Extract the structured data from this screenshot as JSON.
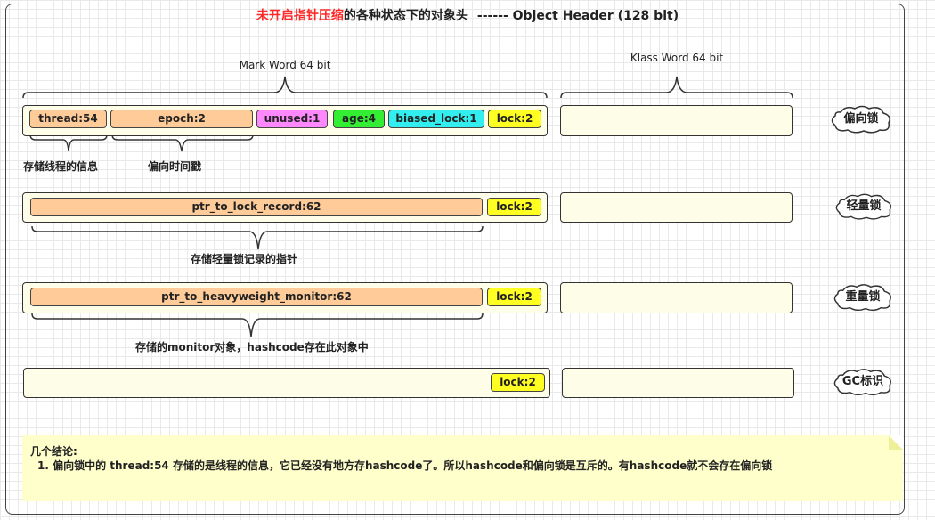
{
  "title": {
    "red_part": "未开启指针压缩",
    "rest": "的各种状态下的对象头",
    "suffix": "------ Object Header  (128 bit)"
  },
  "mark_word_label": "Mark Word 64 bit",
  "klass_word_label": "Klass Word 64 bit",
  "rows": [
    {
      "state": "偏向锁",
      "cells": [
        "thread:54",
        "epoch:2",
        "unused:1",
        "age:4",
        "biased_lock:1",
        "lock:2"
      ],
      "annotations": [
        "存储线程的信息",
        "偏向时间戳"
      ]
    },
    {
      "state": "轻量锁",
      "cells": [
        "ptr_to_lock_record:62",
        "lock:2"
      ],
      "annotations": [
        "存储轻量锁记录的指针"
      ]
    },
    {
      "state": "重量锁",
      "cells": [
        "ptr_to_heavyweight_monitor:62",
        "lock:2"
      ],
      "annotations": [
        "存储的monitor对象，hashcode存在此对象中"
      ]
    },
    {
      "state": "GC标识",
      "cells": [
        "lock:2"
      ],
      "annotations": []
    }
  ],
  "colors": {
    "orange": "#ffcc99",
    "pink": "#ff88ff",
    "green": "#33ee33",
    "cyan": "#33eeee",
    "yellow": "#ffff22",
    "cream": "#fefee8",
    "note": "#ffffcc",
    "title_red": "#ff2a2a"
  },
  "note": {
    "title": "几个结论:",
    "line1": "1. 偏向锁中的 thread:54 存储的是线程的信息，它已经没有地方存hashcode了。所以hashcode和偏向锁是互斥的。有hashcode就不会存在偏向锁"
  }
}
